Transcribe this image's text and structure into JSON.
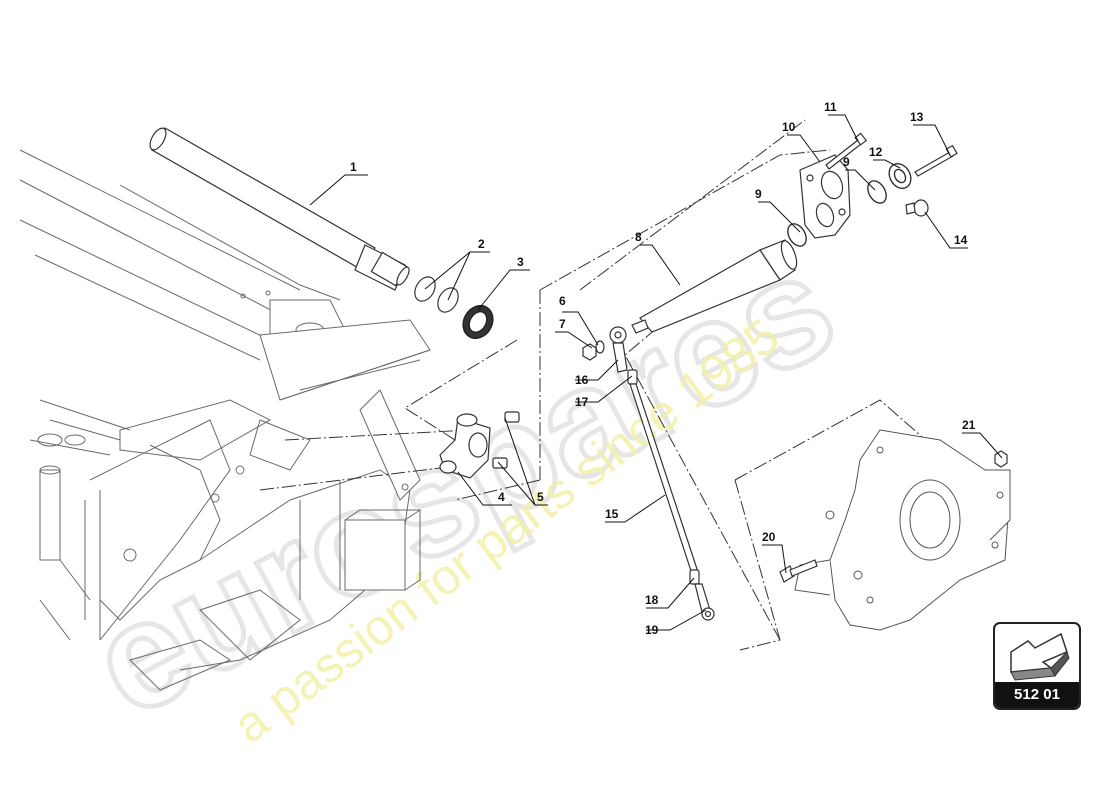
{
  "watermark": {
    "brand": "eurospares",
    "tagline": "a passion for parts since 1985"
  },
  "callouts": {
    "c1": "1",
    "c2": "2",
    "c3": "3",
    "c4": "4",
    "c5": "5",
    "c6": "6",
    "c7": "7",
    "c8": "8",
    "c9a": "9",
    "c9b": "9",
    "c10": "10",
    "c11": "11",
    "c12": "12",
    "c13": "13",
    "c14": "14",
    "c15": "15",
    "c16": "16",
    "c17": "17",
    "c18": "18",
    "c19": "19",
    "c20": "20",
    "c21": "21"
  },
  "reference_badge": {
    "code": "512 01",
    "icon": "arrow-icon"
  }
}
